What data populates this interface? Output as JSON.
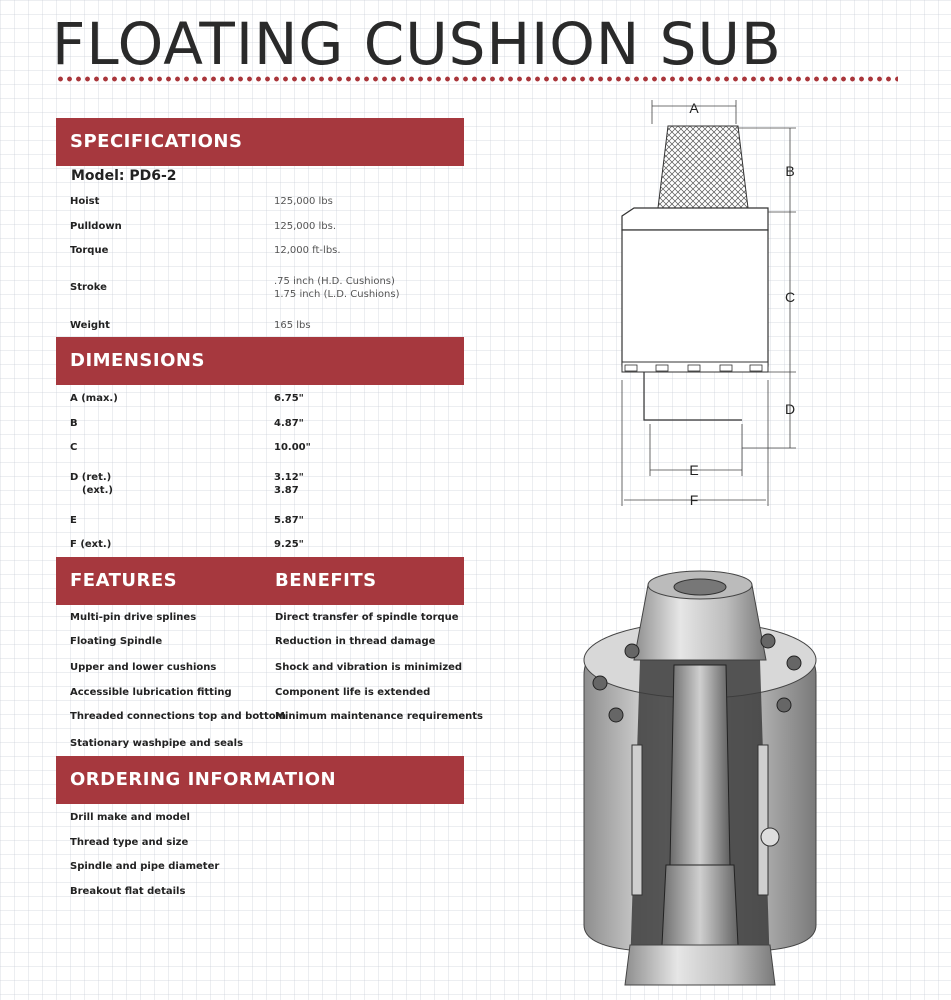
{
  "title": "FLOATING CUSHION SUB",
  "specifications": {
    "heading": "SPECIFICATIONS",
    "model": "Model: PD6-2",
    "rows": [
      {
        "label": "Hoist",
        "value": "125,000 lbs"
      },
      {
        "label": "Pulldown",
        "value": "125,000 lbs."
      },
      {
        "label": "Torque",
        "value": "12,000 ft-lbs."
      },
      {
        "label": "Stroke",
        "value": ".75 inch (H.D. Cushions)",
        "value2": "1.75 inch (L.D. Cushions)"
      },
      {
        "label": "Weight",
        "value": "165 lbs"
      }
    ]
  },
  "dimensions": {
    "heading": "DIMENSIONS",
    "rows": [
      {
        "label": "A (max.)",
        "value": "6.75\""
      },
      {
        "label": "B",
        "value": "4.87\""
      },
      {
        "label": "C",
        "value": "10.00\""
      },
      {
        "label": "D  (ret.)",
        "label2": "(ext.)",
        "value": "3.12\"",
        "value2": "3.87"
      },
      {
        "label": "E",
        "value": "5.87\""
      },
      {
        "label": "F (ext.)",
        "value": "9.25\""
      }
    ]
  },
  "features_benefits": {
    "heading_features": "FEATURES",
    "heading_benefits": "BENEFITS",
    "rows": [
      {
        "feature": "Multi-pin drive splines",
        "benefit": "Direct transfer of spindle torque"
      },
      {
        "feature": "Floating Spindle",
        "benefit": "Reduction in thread damage"
      },
      {
        "feature": "Upper and lower cushions",
        "benefit": "Shock and vibration is minimized"
      },
      {
        "feature": "Accessible lubrication fitting",
        "benefit": "Component life is extended"
      },
      {
        "feature": "Threaded connections top and bottom",
        "benefit": "Minimum maintenance requirements"
      },
      {
        "feature": "Stationary washpipe and seals",
        "benefit": ""
      }
    ]
  },
  "ordering": {
    "heading": "ORDERING INFORMATION",
    "items": [
      "Drill make and model",
      "Thread type and size",
      "Spindle and pipe diameter",
      "Breakout flat details"
    ]
  },
  "diagram": {
    "labels": {
      "A": "A",
      "B": "B",
      "C": "C",
      "D": "D",
      "E": "E",
      "F": "F"
    }
  },
  "colors": {
    "accent": "#a6383e",
    "title": "#2a2a2a"
  }
}
